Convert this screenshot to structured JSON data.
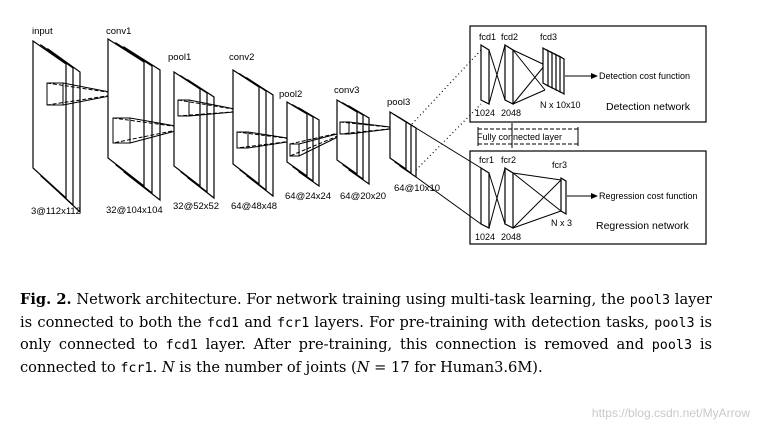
{
  "diagram": {
    "layers": {
      "input": "input",
      "conv1": "conv1",
      "pool1": "pool1",
      "conv2": "conv2",
      "pool2": "pool2",
      "conv3": "conv3",
      "pool3": "pool3"
    },
    "sizes": {
      "input": "3@112x112",
      "conv1": "32@104x104",
      "pool1": "32@52x52",
      "conv2": "64@48x48",
      "pool2": "64@24x24",
      "conv3": "64@20x20",
      "pool3": "64@10x10"
    },
    "detection": {
      "fcd1": "fcd1",
      "fcd2": "fcd2",
      "fcd3": "fcd3",
      "n1": "1024",
      "n2": "2048",
      "n3": "N x 10x10",
      "cost": "Detection cost function",
      "title": "Detection network"
    },
    "shared": "Fully connected layer",
    "regression": {
      "fcr1": "fcr1",
      "fcr2": "fcr2",
      "fcr3": "fcr3",
      "n1": "1024",
      "n2": "2048",
      "n3": "N x 3",
      "cost": "Regression cost function",
      "title": "Regression network"
    }
  },
  "caption": {
    "label": "Fig. 2.",
    "t1": " Network architecture. For network training using multi-task learning, the ",
    "c1": "pool3",
    "t2": " layer is connected to both the ",
    "c2": "fcd1",
    "t3": " and ",
    "c3": "fcr1",
    "t4": " layers. For pre-training with detection tasks, ",
    "c4": "pool3",
    "t5": " is only connected to ",
    "c5": "fcd1",
    "t6": " layer. After pre-training, this connection is removed and ",
    "c6": "pool3",
    "t7": " is connected to ",
    "c7": "fcr1",
    "t8": ". ",
    "v1": "N",
    "t9": " is the number of joints (",
    "v2": "N",
    "t10": " = 17 for Human3.6M)."
  },
  "watermark": "https://blog.csdn.net/MyArrow"
}
